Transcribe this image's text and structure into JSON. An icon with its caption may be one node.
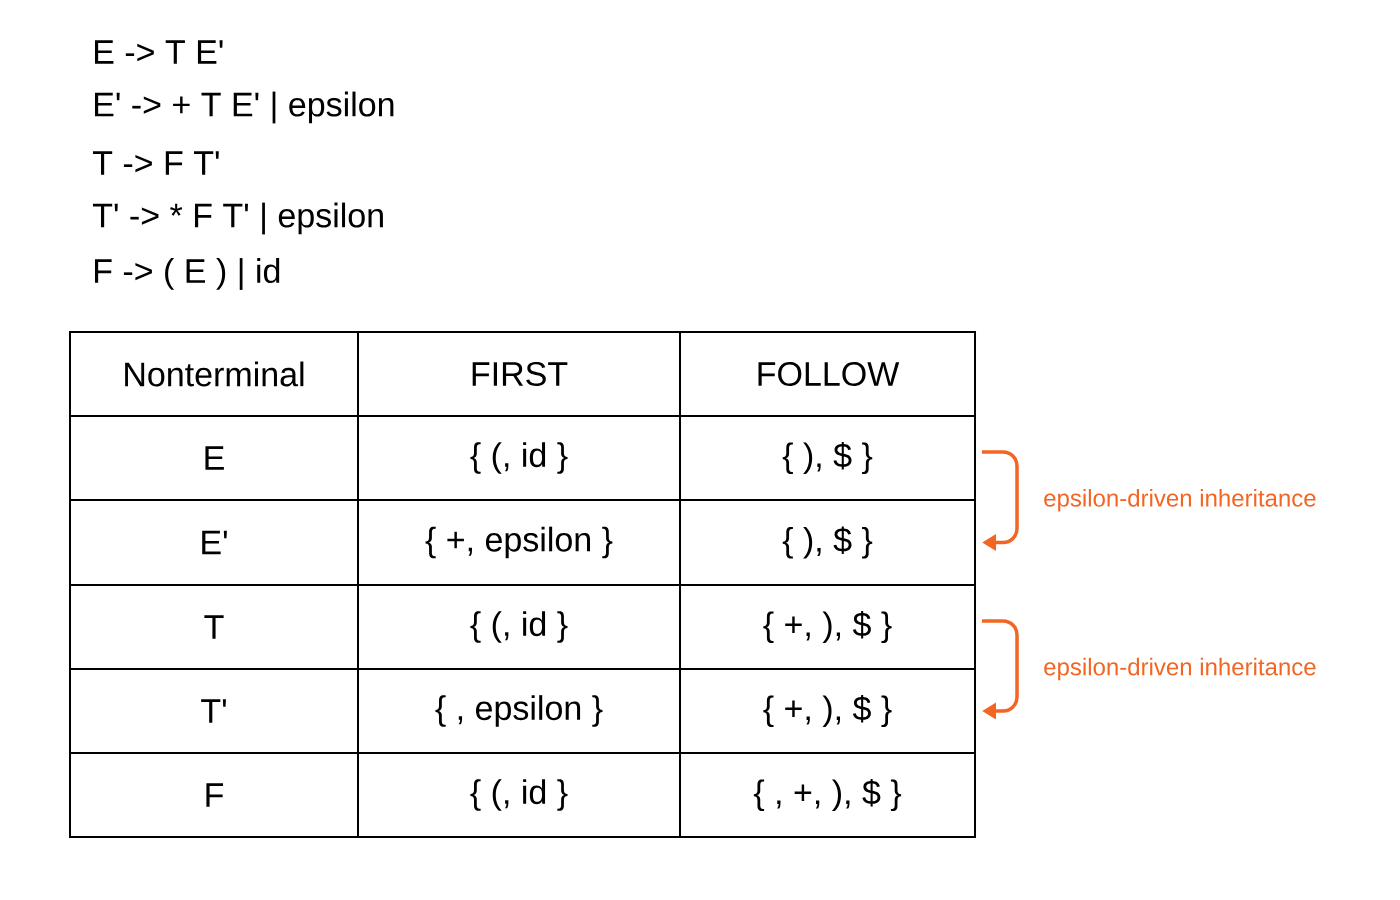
{
  "diagram": {
    "nodes": [
      {
        "text": [
          "Nonterminal"
        ]
      },
      {
        "text": [
          "FIRST"
        ]
      },
      {
        "text": [
          "FOLLOW"
        ]
      },
      {
        "text": [
          "E"
        ]
      },
      {
        "text": [
          "{ (, id }"
        ]
      },
      {
        "text": [
          "{ ), $ }"
        ]
      },
      {
        "text": [
          "E'"
        ]
      },
      {
        "text": [
          "{ +, epsilon }"
        ]
      },
      {
        "text": [
          "{ ), $ }"
        ]
      },
      {
        "text": [
          "T"
        ]
      },
      {
        "text": [
          "{ (, id }"
        ]
      },
      {
        "text": [
          "{ +, ), $ }"
        ]
      },
      {
        "text": [
          "T'"
        ]
      },
      {
        "text": [
          "{  , epsilon }"
        ]
      },
      {
        "text": [
          "{ +, ), $ }"
        ]
      },
      {
        "text": [
          "F"
        ]
      },
      {
        "text": [
          "{ (, id }"
        ]
      },
      {
        "text": [
          "{ , +, ), $ }"
        ]
      }
    ],
    "edges": [
      {
        "from": 5,
        "to": 8,
        "arrow": "to",
        "label": "epsilon-driven inheritance",
        "color": "#f26522"
      },
      {
        "from": 11,
        "to": 14,
        "arrow": "to",
        "label": "epsilon-driven inheritance",
        "color": "#f26522"
      }
    ],
    "labels": [
      "E -> T E'",
      "E' -> + T E' | epsilon",
      "T -> F T'",
      "T' -> * F T' | epsilon",
      "F -> ( E ) | id"
    ]
  }
}
